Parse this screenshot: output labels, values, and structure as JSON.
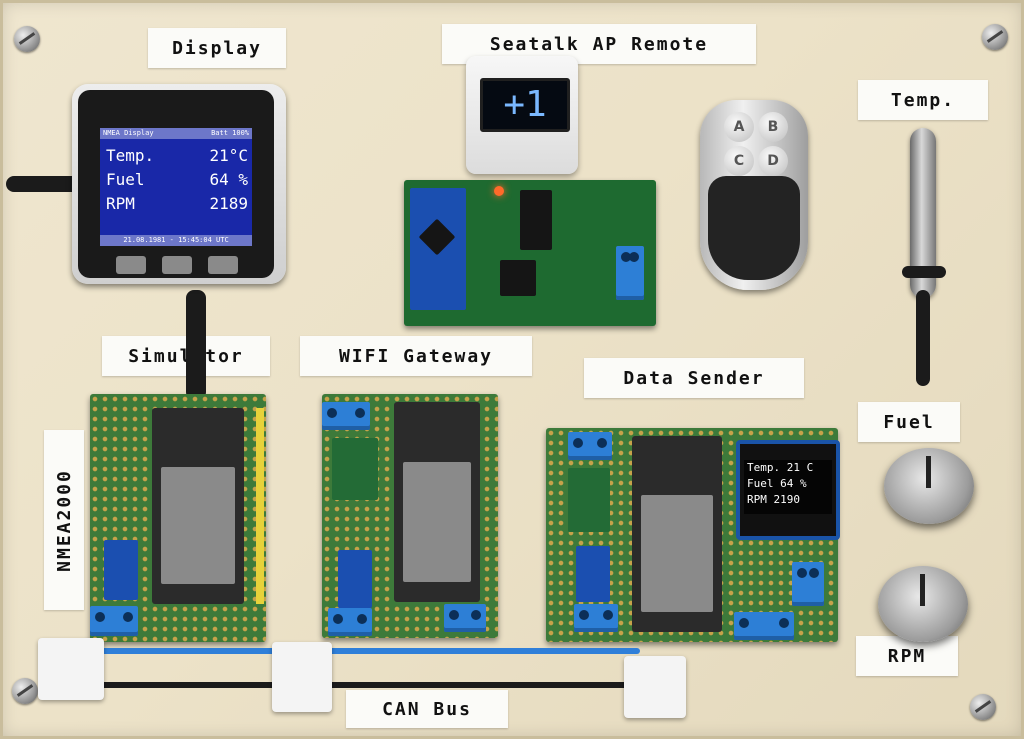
{
  "labels": {
    "display": "Display",
    "seatalk": "Seatalk AP Remote",
    "temp": "Temp.",
    "simulator": "Simulator",
    "wifi": "WIFI Gateway",
    "data_sender": "Data Sender",
    "nmea2000": "NMEA2000",
    "fuel": "Fuel",
    "rpm": "RPM",
    "can_bus": "CAN Bus"
  },
  "m5_display": {
    "header_left": "NMEA Display",
    "header_right": "Batt 100%",
    "rows": [
      {
        "label": "Temp.",
        "value": "21°C"
      },
      {
        "label": "Fuel",
        "value": "64 %"
      },
      {
        "label": "RPM",
        "value": "2189"
      }
    ],
    "footer": "21.08.1981 - 15:45:04 UTC",
    "screen_color": "#1928a8"
  },
  "seatalk_oled": {
    "text": "+1",
    "color": "#7ab8ff"
  },
  "sender_oled": {
    "rows": [
      {
        "label": "Temp.",
        "value": "21 C"
      },
      {
        "label": "Fuel",
        "value": "64 %"
      },
      {
        "label": "RPM",
        "value": "2190"
      }
    ]
  },
  "remote_fob": {
    "buttons": [
      "A",
      "B",
      "C",
      "D"
    ]
  },
  "colors": {
    "board": "#ece2c8",
    "pcb": "#3d7a3a",
    "terminal": "#2d7fd6",
    "can_wire": "#2f7fd9"
  }
}
